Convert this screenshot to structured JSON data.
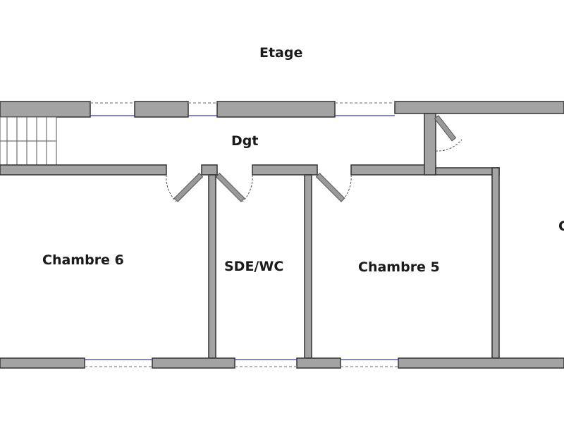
{
  "plan": {
    "floor_title": "Etage",
    "rooms": {
      "hallway": "Dgt",
      "bedroom_6": "Chambre 6",
      "bathroom": "SDE/WC",
      "bedroom_5": "Chambre 5",
      "cut_room_fragment": "C"
    },
    "colors": {
      "wall_fill": "#a3a3a3",
      "wall_stroke": "#333333",
      "window_line": "#3a3aa8",
      "door_leaf": "#777777"
    }
  }
}
